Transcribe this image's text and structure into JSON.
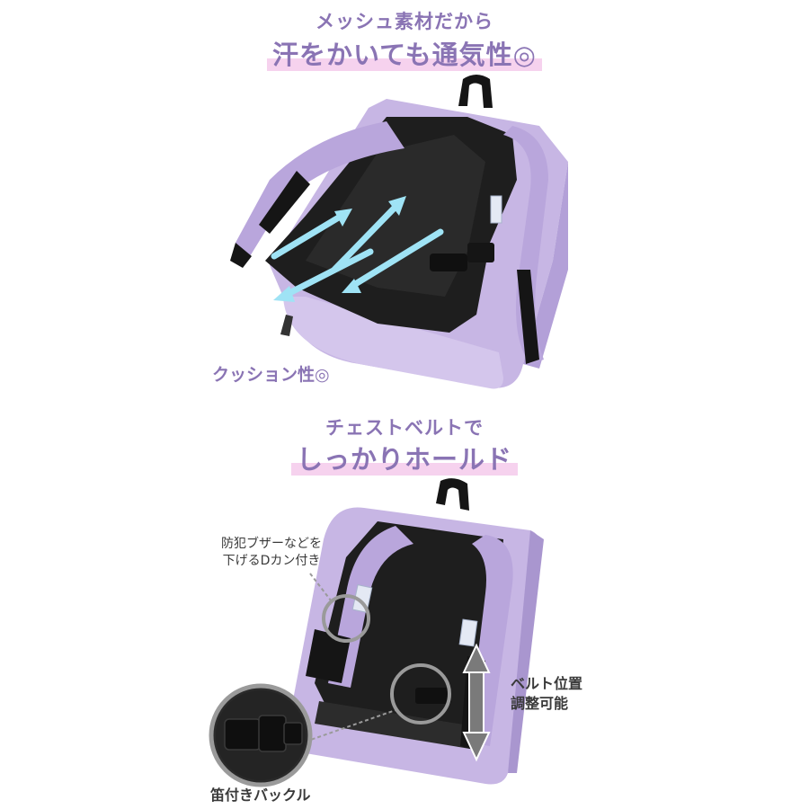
{
  "section1": {
    "subtitle": "メッシュ素材だから",
    "title": "汗をかいても通気性◎",
    "cushion_label": "クッション性◎"
  },
  "section2": {
    "subtitle": "チェストベルトで",
    "title": "しっかりホールド",
    "dring_callout_line1": "防犯ブザーなどを",
    "dring_callout_line2": "下げるDカン付き",
    "belt_callout_line1": "ベルト位置",
    "belt_callout_line2": "調整可能",
    "buckle_callout": "笛付きバックル"
  },
  "colors": {
    "accent_text": "#8a74b4",
    "highlight": "#f6d2ee",
    "bag_lavender": "#c7b6e4",
    "bag_shadow": "#a996cf",
    "mesh_black": "#1e1e1e",
    "airflow_arrow": "#9fe3f5"
  }
}
